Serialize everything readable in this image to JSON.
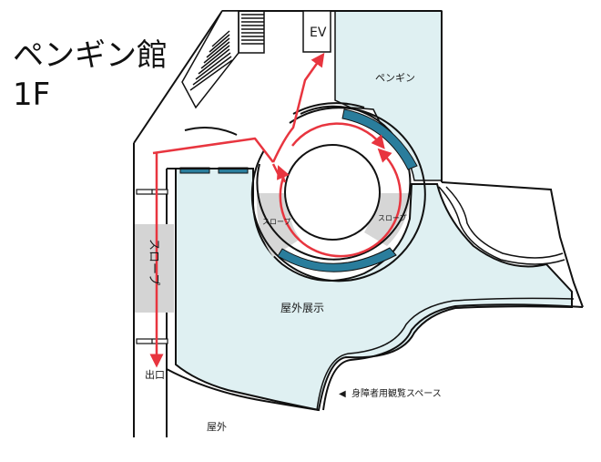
{
  "title": {
    "line1": "ペンギン館",
    "line2": "1F"
  },
  "labels": {
    "elevator": "EV",
    "penguin_area": "ペンギン",
    "slope_left": "スロープ",
    "slope_right": "スロープ",
    "slope_side": "スロープ",
    "outdoor_exhibit": "屋外展示",
    "accessible_viewing": "身障者用観覧スペース",
    "accessible_marker": "◀",
    "exit": "出口",
    "outdoors": "屋外"
  },
  "colors": {
    "water": "#dff0f2",
    "viewing_window": "#2a7d9c",
    "route": "#e8353f",
    "slope_floor": "#d6d6d6",
    "wall": "#111111",
    "grey_panel": "#d4d4d4"
  },
  "icons": {
    "route_arrow": "red-arrow",
    "accessible_marker": "left-triangle-icon"
  }
}
